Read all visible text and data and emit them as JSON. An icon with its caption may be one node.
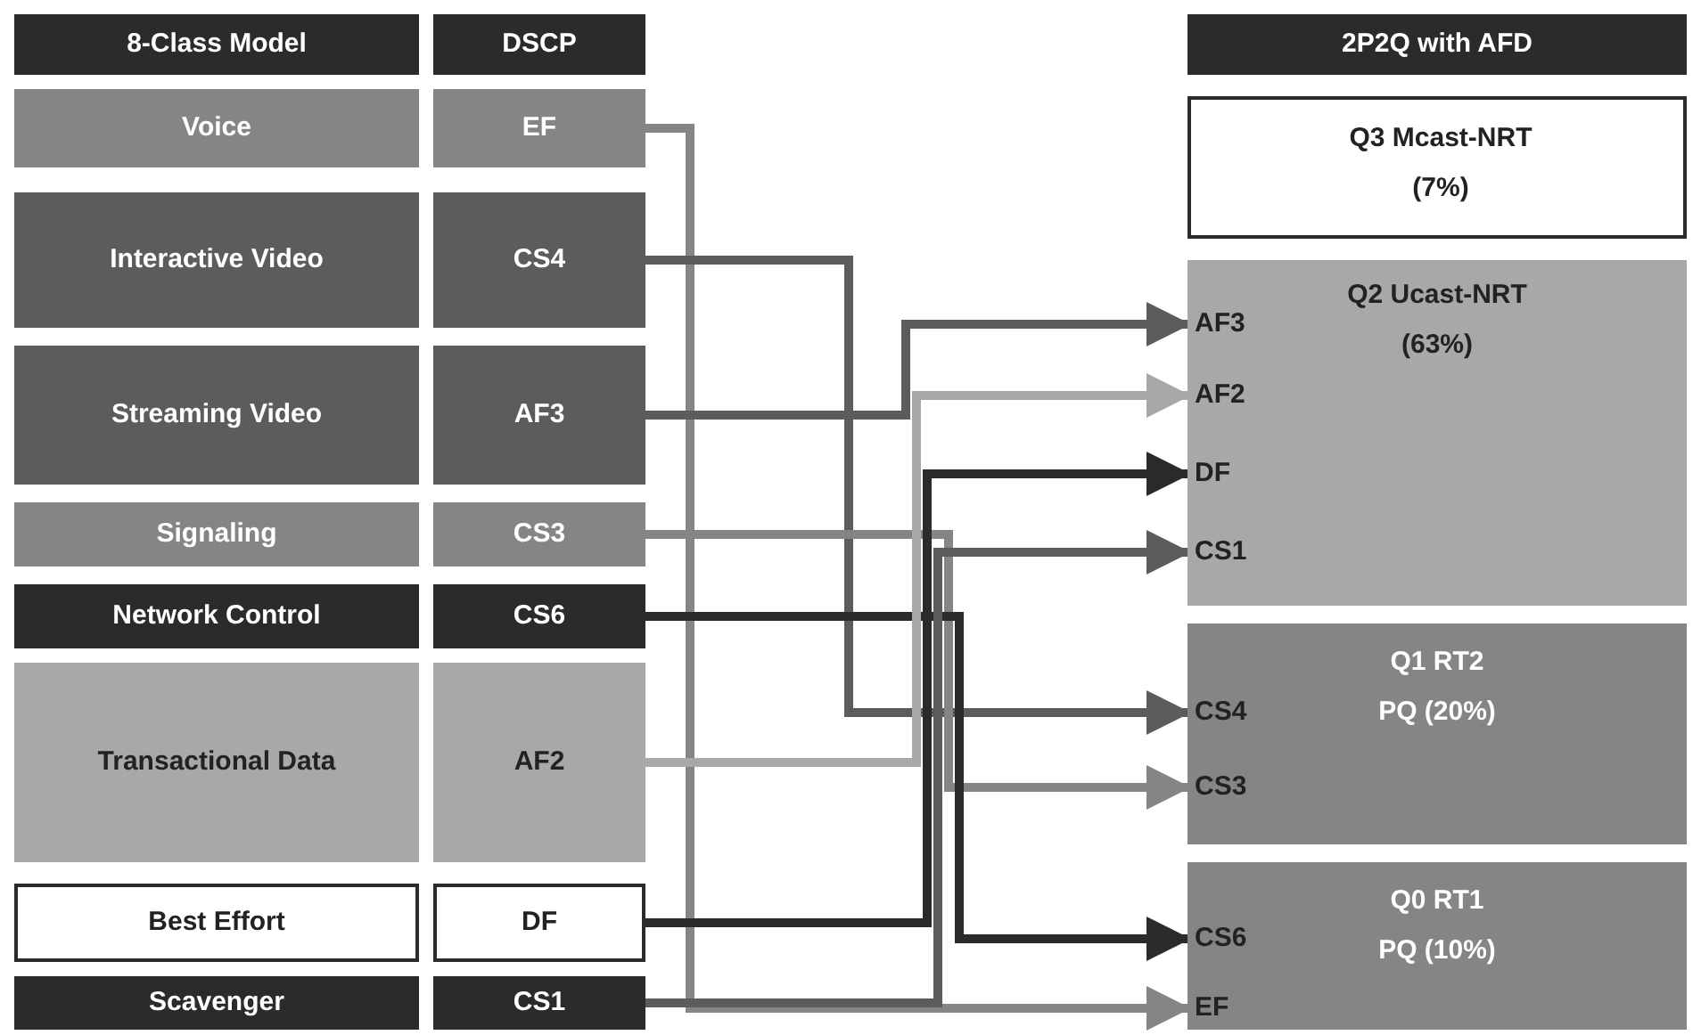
{
  "diagram": {
    "nodes": [
      {
        "text": [
          "8-Class Model"
        ]
      },
      {
        "text": [
          "DSCP"
        ]
      },
      {
        "text": [
          "2P2Q with AFD"
        ]
      },
      {
        "text": [
          "Voice"
        ]
      },
      {
        "text": [
          "EF"
        ]
      },
      {
        "text": [
          "Interactive Video"
        ]
      },
      {
        "text": [
          "CS4"
        ]
      },
      {
        "text": [
          "Streaming Video"
        ]
      },
      {
        "text": [
          "AF3"
        ]
      },
      {
        "text": [
          "Signaling"
        ]
      },
      {
        "text": [
          "CS3"
        ]
      },
      {
        "text": [
          "Network Control"
        ]
      },
      {
        "text": [
          "CS6"
        ]
      },
      {
        "text": [
          "Transactional Data"
        ]
      },
      {
        "text": [
          "AF2"
        ]
      },
      {
        "text": [
          "Best Effort"
        ]
      },
      {
        "text": [
          "DF"
        ]
      },
      {
        "text": [
          "Scavenger"
        ]
      },
      {
        "text": [
          "CS1"
        ]
      },
      {
        "text": [
          "Q3 Mcast-NRT",
          "(7%)"
        ]
      },
      {
        "text": [
          "Q2 Ucast-NRT",
          "(63%)"
        ]
      },
      {
        "text": [
          "AF3"
        ],
        "in": 20
      },
      {
        "text": [
          "AF2"
        ],
        "in": 20
      },
      {
        "text": [
          "DF"
        ],
        "in": 20
      },
      {
        "text": [
          "CS1"
        ],
        "in": 20
      },
      {
        "text": [
          "Q1 RT2",
          "PQ (20%)"
        ]
      },
      {
        "text": [
          "CS4"
        ],
        "in": 25
      },
      {
        "text": [
          "CS3"
        ],
        "in": 25
      },
      {
        "text": [
          "Q0 RT1",
          "PQ (10%)"
        ]
      },
      {
        "text": [
          "CS6"
        ],
        "in": 28
      },
      {
        "text": [
          "EF"
        ],
        "in": 28
      }
    ],
    "edges": [
      {
        "from": 4,
        "to": 30,
        "arrow": "to",
        "color": "#858585"
      },
      {
        "from": 6,
        "to": 26,
        "arrow": "to",
        "color": "#5c5c5c"
      },
      {
        "from": 8,
        "to": 21,
        "arrow": "to",
        "color": "#5c5c5c"
      },
      {
        "from": 10,
        "to": 27,
        "arrow": "to",
        "color": "#858585"
      },
      {
        "from": 12,
        "to": 29,
        "arrow": "to",
        "color": "#2b2b2b"
      },
      {
        "from": 14,
        "to": 22,
        "arrow": "to",
        "color": "#a8a8a8"
      },
      {
        "from": 16,
        "to": 23,
        "arrow": "to",
        "color": "#2b2b2b"
      },
      {
        "from": 18,
        "to": 24,
        "arrow": "to",
        "color": "#5c5c5c"
      }
    ]
  }
}
